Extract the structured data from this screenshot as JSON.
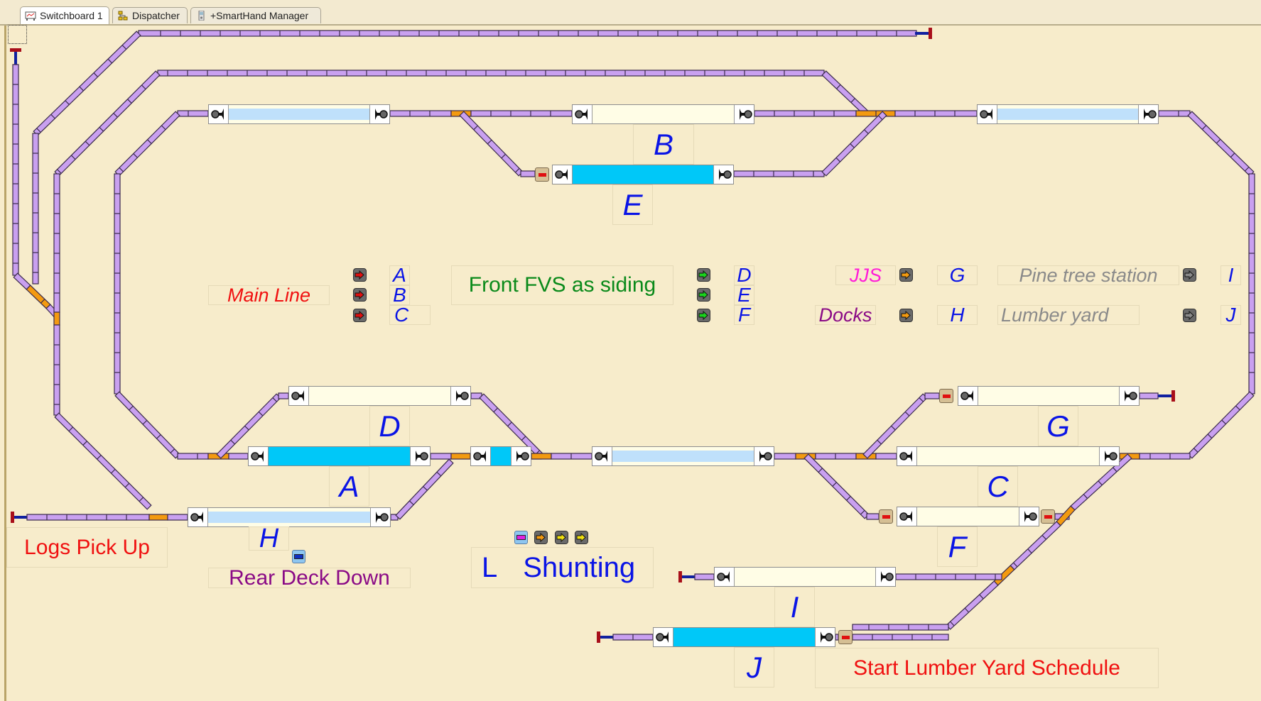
{
  "tabs": [
    {
      "label": "Switchboard 1",
      "icon": "switchboard-icon",
      "active": true
    },
    {
      "label": "Dispatcher",
      "icon": "dispatcher-icon",
      "active": false
    },
    {
      "label": "+SmartHand Manager",
      "icon": "smarthand-icon",
      "active": false
    }
  ],
  "colors": {
    "background": "#f7eccb",
    "track": "#c9a0f0",
    "track_outline": "#3a2a4a",
    "turnout_active": "#f39a10",
    "block_free": "#fffde6",
    "block_occupied": "#00c8f8",
    "block_reserved": "#bfe0fb",
    "bumper": "#a80f1a",
    "route_red": "#e01010",
    "route_green": "#19d31c",
    "route_orange": "#f39a10",
    "route_yellow": "#f0e010",
    "route_gray": "#8a8a8a"
  },
  "blocks": {
    "top_left": {
      "state": "reserved"
    },
    "B": {
      "label": "B",
      "state": "free"
    },
    "top_right": {
      "state": "reserved"
    },
    "E": {
      "label": "E",
      "state": "occupied"
    },
    "D": {
      "label": "D",
      "state": "free"
    },
    "A": {
      "label": "A",
      "state": "occupied"
    },
    "short_mid": {
      "state": "occupied"
    },
    "mid_long": {
      "state": "reserved"
    },
    "H": {
      "label": "H",
      "state": "reserved"
    },
    "G": {
      "label": "G",
      "state": "free"
    },
    "C": {
      "label": "C",
      "state": "free"
    },
    "F": {
      "label": "F",
      "state": "free"
    },
    "I": {
      "label": "I",
      "state": "free"
    },
    "J": {
      "label": "J",
      "state": "occupied"
    }
  },
  "labels": {
    "main_line": "Main Line",
    "front_fvs": "Front FVS as siding",
    "jjs": "JJS",
    "docks": "Docks",
    "pine_tree": "Pine tree station",
    "lumber_yard": "Lumber yard",
    "logs_pick_up": "Logs Pick Up",
    "rear_deck_down": "Rear Deck Down",
    "shunting_l": "L",
    "shunting": "Shunting",
    "start_lumber": "Start Lumber Yard Schedule"
  },
  "route_buttons": {
    "main_line": [
      {
        "target": "A",
        "color": "red"
      },
      {
        "target": "B",
        "color": "red"
      },
      {
        "target": "C",
        "color": "red"
      }
    ],
    "front_fvs": [
      {
        "target": "D",
        "color": "green"
      },
      {
        "target": "E",
        "color": "green"
      },
      {
        "target": "F",
        "color": "green"
      }
    ],
    "jjs": {
      "target": "G",
      "color": "orange"
    },
    "docks": {
      "target": "H",
      "color": "orange"
    },
    "pine_tree": {
      "target": "I",
      "color": "gray"
    },
    "lumber_yard": {
      "target": "J",
      "color": "gray"
    },
    "shunting": [
      "orange",
      "yellow",
      "yellow"
    ]
  }
}
